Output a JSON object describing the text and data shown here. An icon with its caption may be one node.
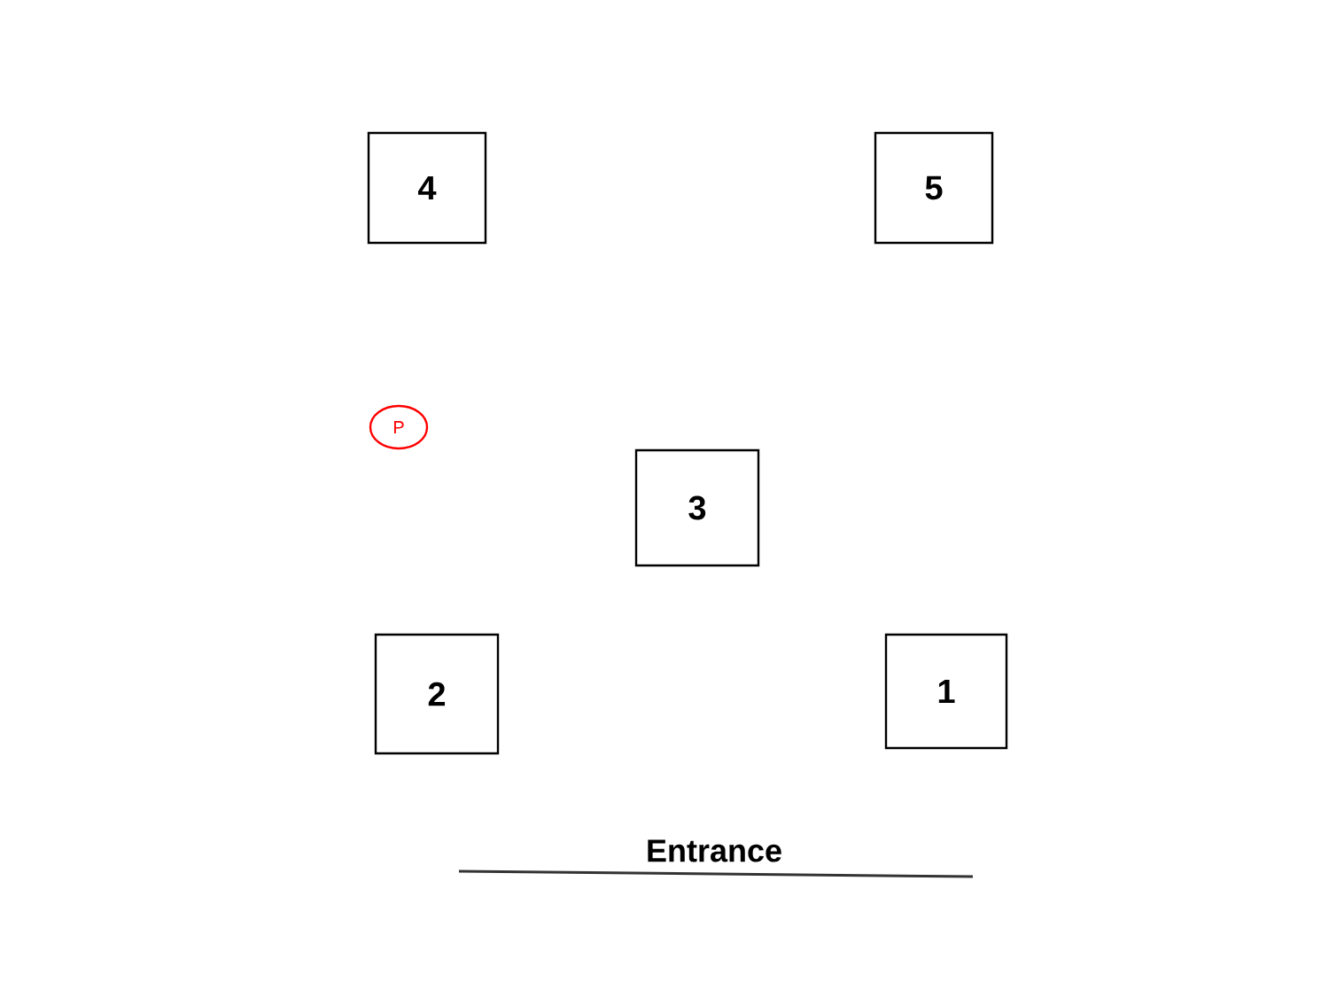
{
  "diagram": {
    "nodes": [
      {
        "text": [
          "4"
        ]
      },
      {
        "text": [
          "5"
        ]
      },
      {
        "text": [
          "P"
        ]
      },
      {
        "text": [
          "3"
        ]
      },
      {
        "text": [
          "2"
        ]
      },
      {
        "text": [
          "1"
        ]
      }
    ],
    "labels": [
      "Entrance"
    ]
  }
}
